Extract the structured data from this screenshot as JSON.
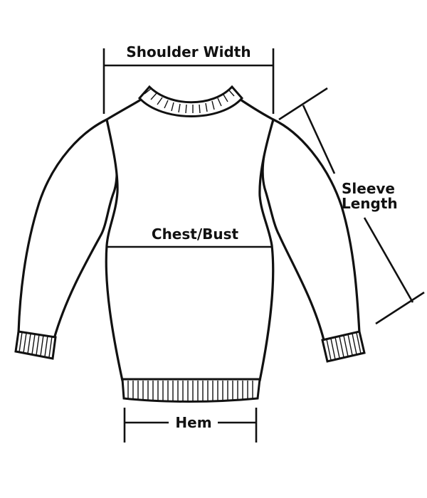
{
  "labels": {
    "shoulder_width": "Shoulder Width",
    "sleeve_length_line1": "Sleeve",
    "sleeve_length_line2": "Length",
    "chest_bust": "Chest/Bust",
    "hem": "Hem"
  },
  "colors": {
    "ink": "#111111",
    "background": "#ffffff"
  }
}
